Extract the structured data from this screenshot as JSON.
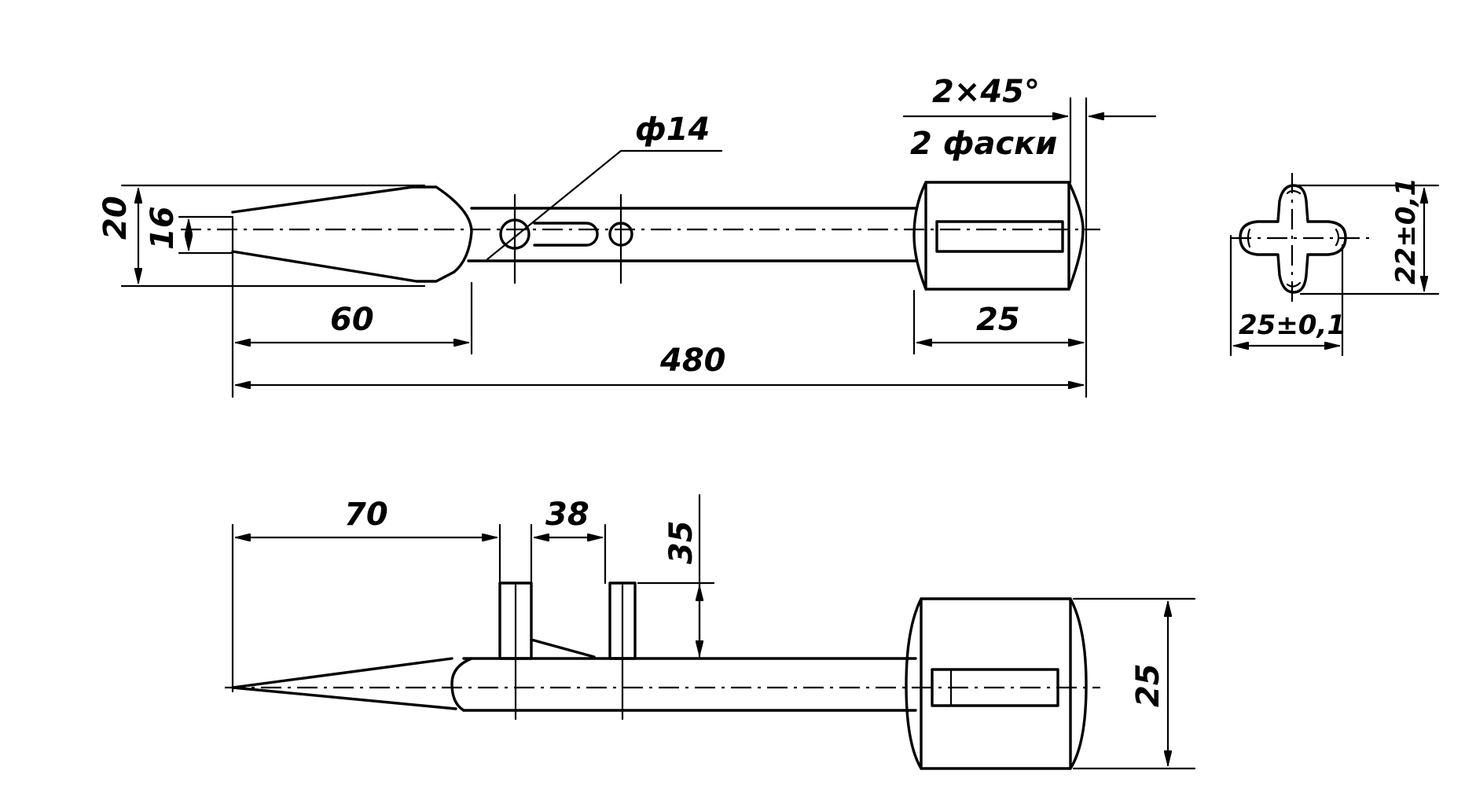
{
  "dimensions": {
    "top_view": {
      "overall_height": "20",
      "slot_height": "16",
      "slot_length": "60",
      "overall_length": "480",
      "head_length": "25",
      "hole_diameter": "ф14",
      "chamfer_size": "2×45°",
      "chamfer_note": "2 фаски"
    },
    "section_view": {
      "height": "22±0,1",
      "width": "25±0,1"
    },
    "side_view": {
      "taper_length": "70",
      "slot_width": "38",
      "slot_depth": "35",
      "head_diameter": "25"
    }
  }
}
